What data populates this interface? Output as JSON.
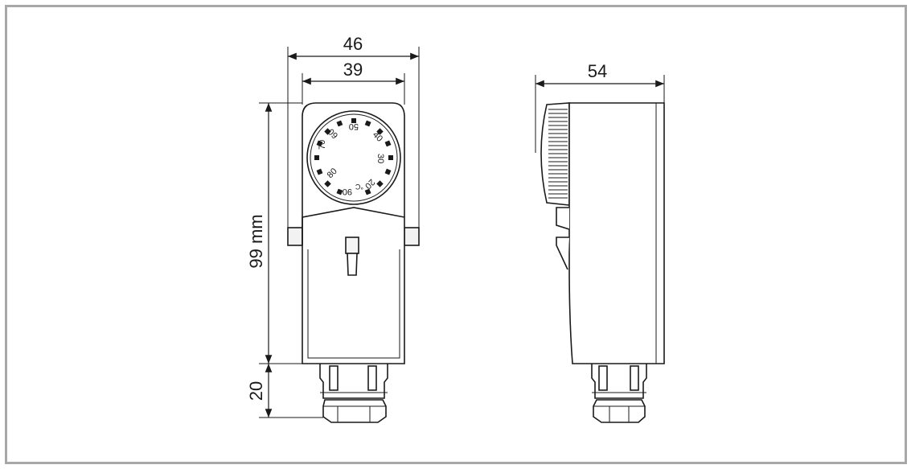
{
  "dimensions": {
    "front_outer_width": "46",
    "front_inner_width": "39",
    "side_depth": "54",
    "body_height": "99 mm",
    "bottom_height": "20"
  },
  "dial": {
    "scale_labels": [
      "20",
      "30",
      "40",
      "50",
      "60",
      "70",
      "80",
      "90"
    ],
    "unit": "°C"
  },
  "colors": {
    "frame": "#a8a8a8",
    "line": "#1a1a1a"
  }
}
